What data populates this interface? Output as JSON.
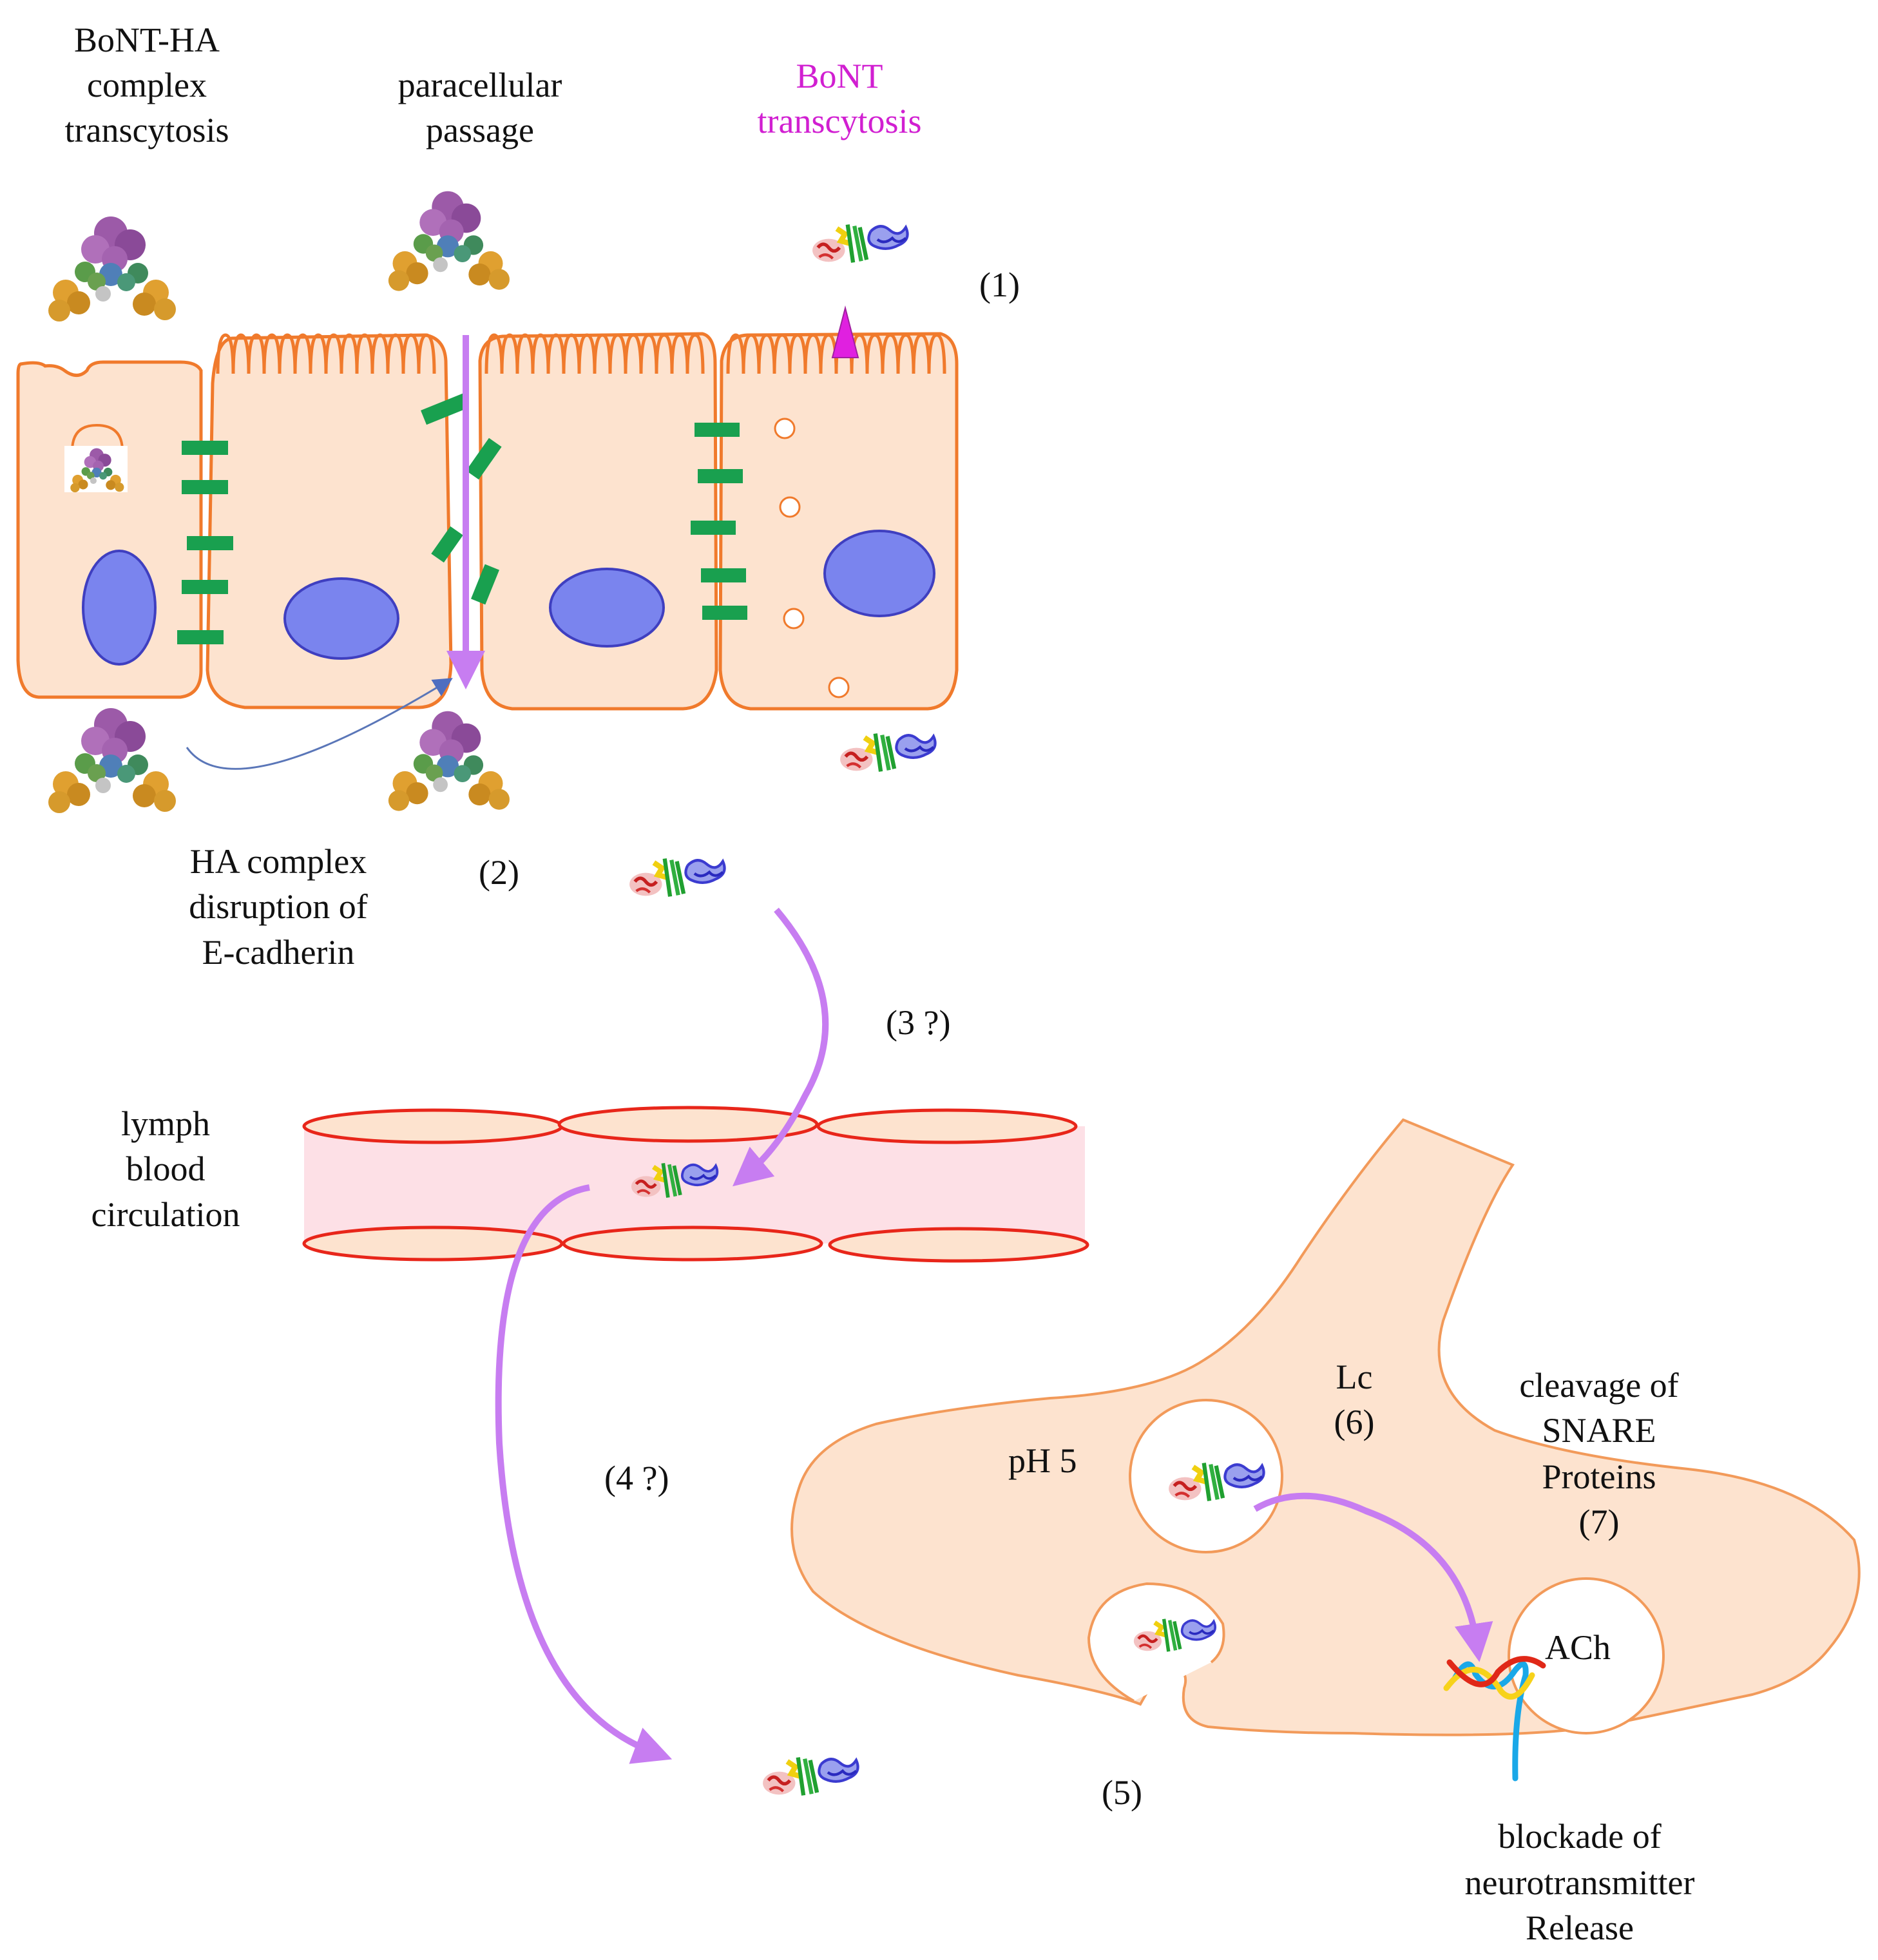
{
  "labels": {
    "bont_ha_transcytosis": [
      "BoNT-HA",
      "complex",
      "transcytosis"
    ],
    "paracellular_passage": [
      "paracellular",
      "passage"
    ],
    "bont_transcytosis": [
      "BoNT",
      "transcytosis"
    ],
    "step1": "(1)",
    "ha_complex_disruption": [
      "HA complex",
      "disruption of",
      "E-cadherin"
    ],
    "step2": "(2)",
    "step3": "(3 ?)",
    "lymph_blood_circulation": [
      "lymph",
      "blood",
      "circulation"
    ],
    "lc_step6": [
      "Lc",
      "(6)"
    ],
    "cleavage_snare": [
      "cleavage of",
      "SNARE",
      "Proteins",
      "(7)"
    ],
    "ph5": "pH 5",
    "step4": "(4 ?)",
    "ach": "ACh",
    "step5": "(5)",
    "blockade_release": [
      "blockade of",
      "neurotransmitter",
      "Release"
    ]
  },
  "colors": {
    "cell_fill": "#fde3cf",
    "cell_outline": "#f07a2c",
    "nucleus": "#7a84ee",
    "junction": "#19a04f",
    "bont_label": "#d11fd1",
    "arrow_violet": "#c77df1",
    "vessel_outline": "#e8261a"
  },
  "icons": {
    "bont_ha_complex": "bont-ha-protein-complex-icon",
    "bont": "bont-protein-icon"
  }
}
